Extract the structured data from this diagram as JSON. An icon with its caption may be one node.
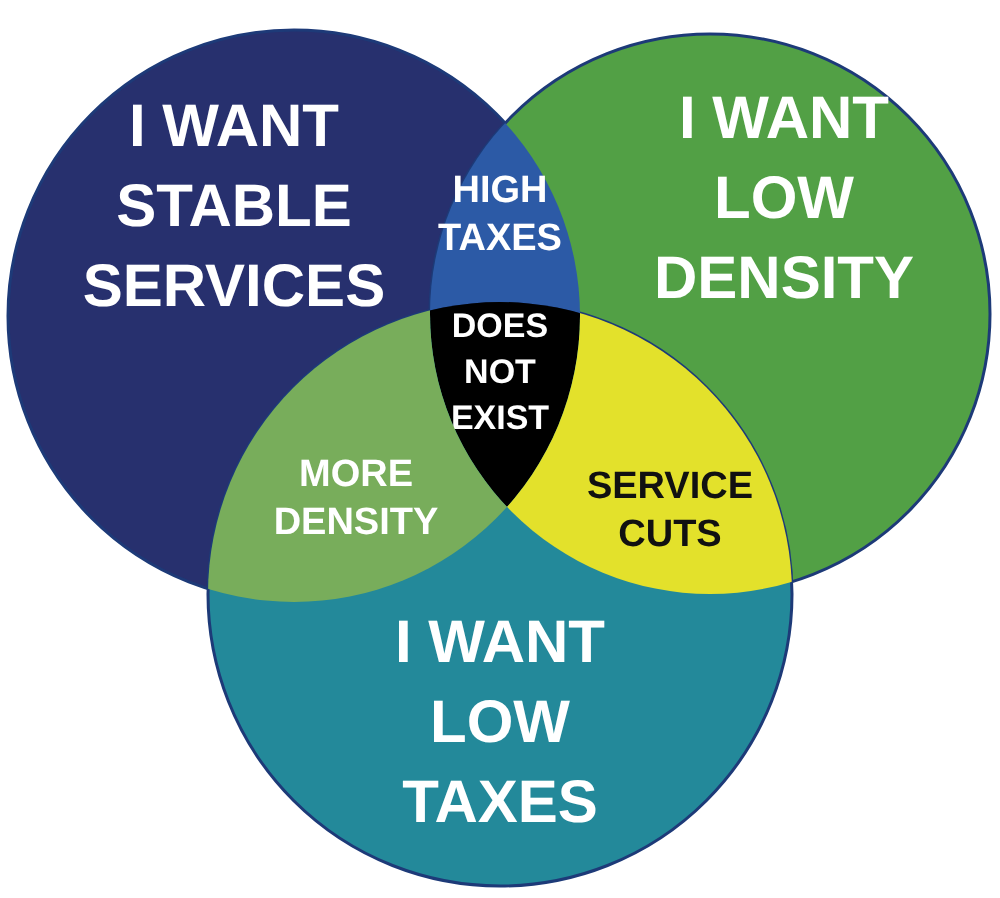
{
  "diagram": {
    "nodes": [
      {
        "text": [
          "I WANT STABLE SERVICES"
        ]
      },
      {
        "text": [
          "I WANT LOW DENSITY"
        ]
      },
      {
        "text": [
          "HIGH TAXES"
        ]
      },
      {
        "text": [
          "DOES NOT EXIST"
        ]
      },
      {
        "text": [
          "MORE DENSITY"
        ]
      },
      {
        "text": [
          "SERVICE CUTS"
        ]
      },
      {
        "text": [
          "I WANT LOW TAXES"
        ]
      }
    ]
  }
}
